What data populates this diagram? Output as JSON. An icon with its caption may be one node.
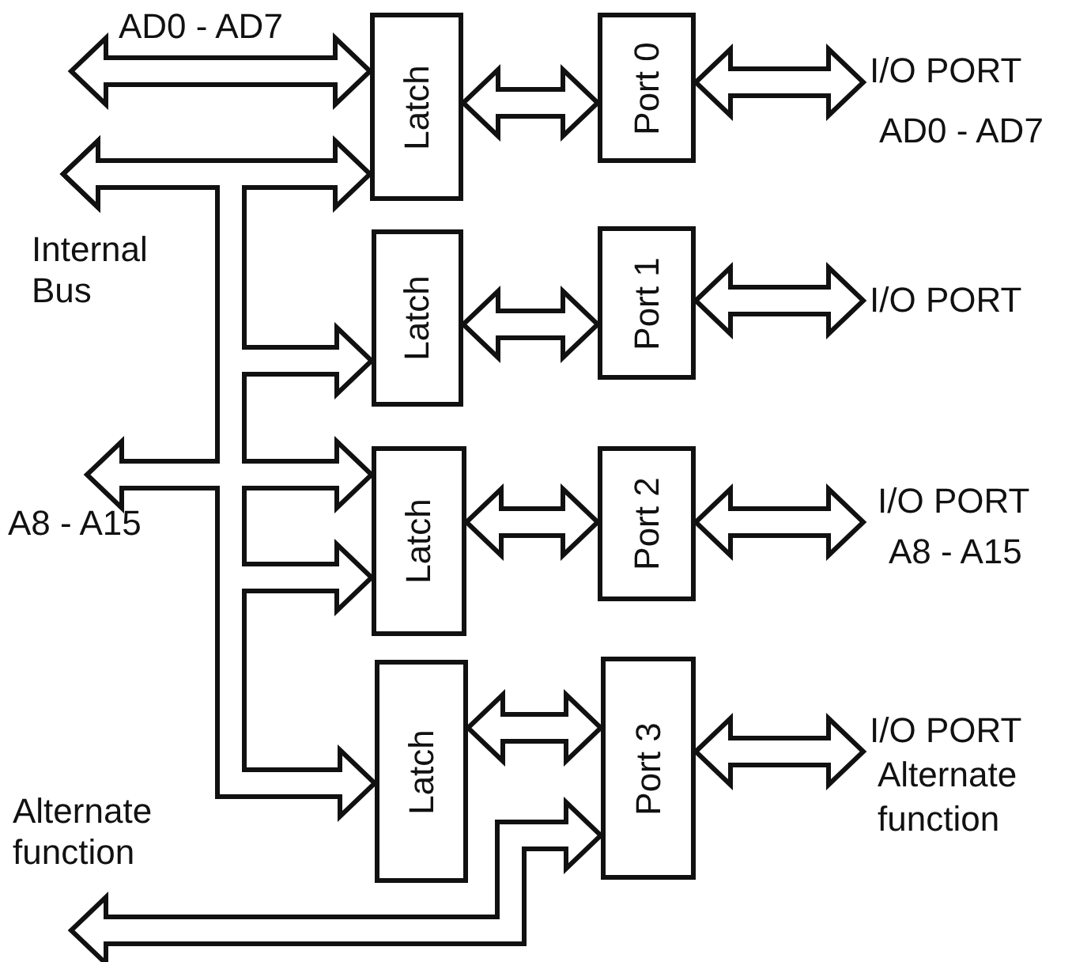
{
  "diagram": {
    "nodes": [
      {
        "text": [
          "Latch"
        ]
      },
      {
        "text": [
          "Port 0"
        ]
      },
      {
        "text": [
          "Latch"
        ]
      },
      {
        "text": [
          "Port 1"
        ]
      },
      {
        "text": [
          "Latch"
        ]
      },
      {
        "text": [
          "Port 2"
        ]
      },
      {
        "text": [
          "Latch"
        ]
      },
      {
        "text": [
          "Port 3"
        ]
      },
      {
        "text": [
          "I/O PORT",
          "AD0 - AD7"
        ]
      },
      {
        "text": [
          "I/O PORT"
        ]
      },
      {
        "text": [
          "I/O PORT",
          "A8 - A15"
        ]
      },
      {
        "text": [
          "I/O PORT",
          "Alternate function"
        ]
      }
    ],
    "edges": [
      {
        "from": null,
        "to": 0,
        "arrow": "both"
      },
      {
        "from": null,
        "to": 0,
        "arrow": "both"
      },
      {
        "from": null,
        "to": 2,
        "arrow": "both"
      },
      {
        "from": null,
        "to": 4,
        "arrow": "both"
      },
      {
        "from": null,
        "to": 4,
        "arrow": "both"
      },
      {
        "from": null,
        "to": 6,
        "arrow": "both"
      },
      {
        "from": 0,
        "to": 1,
        "arrow": "both"
      },
      {
        "from": 2,
        "to": 3,
        "arrow": "both"
      },
      {
        "from": 4,
        "to": 5,
        "arrow": "both"
      },
      {
        "from": 6,
        "to": 7,
        "arrow": "both"
      },
      {
        "from": 1,
        "to": 8,
        "arrow": "both"
      },
      {
        "from": 3,
        "to": 9,
        "arrow": "both"
      },
      {
        "from": 5,
        "to": 10,
        "arrow": "both"
      },
      {
        "from": 7,
        "to": 11,
        "arrow": "both"
      },
      {
        "from": null,
        "to": 7,
        "arrow": "both"
      }
    ],
    "labels": [
      "AD0 - AD7",
      "Internal Bus",
      "A8 - A15",
      "Alternate function"
    ]
  }
}
